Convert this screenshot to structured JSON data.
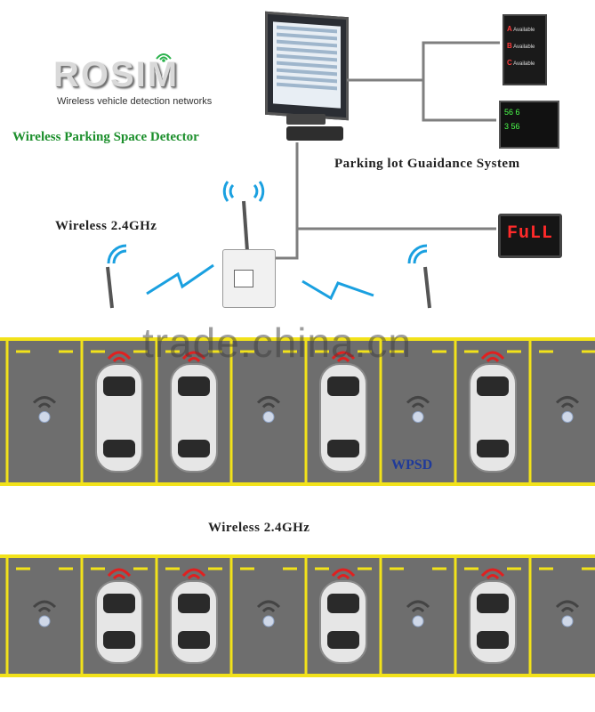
{
  "logo": {
    "brand": "ROSIM",
    "tagline": "Wireless vehicle detection networks"
  },
  "title_green": "Wireless Parking Space Detector",
  "guidance_label": "Parking lot Guaidance System",
  "wireless_top": "Wireless  2.4GHz",
  "wireless_bottom": "Wireless  2.4GHz",
  "wpsd_label": "WPSD",
  "watermark": "trade.china.cn",
  "board": {
    "rows": [
      {
        "letter": "A",
        "text": "Available"
      },
      {
        "letter": "B",
        "text": "Available"
      },
      {
        "letter": "C",
        "text": "Available"
      }
    ]
  },
  "guide_display": {
    "row1": "56 6",
    "row2": "3 56"
  },
  "full_sign": "FuLL",
  "colors": {
    "green_title": "#1c8f2c",
    "wpsd": "#1f3a9a",
    "lot_asphalt": "#6e6e6e",
    "lot_lines": "#f2e21a",
    "signal_red": "#e02020",
    "signal_gray": "#444444"
  },
  "lots": {
    "top": [
      "empty",
      "occupied",
      "occupied",
      "empty",
      "occupied",
      "empty",
      "occupied",
      "empty"
    ],
    "bottom": [
      "empty",
      "occupied",
      "occupied",
      "empty",
      "occupied",
      "empty",
      "occupied",
      "empty"
    ]
  }
}
